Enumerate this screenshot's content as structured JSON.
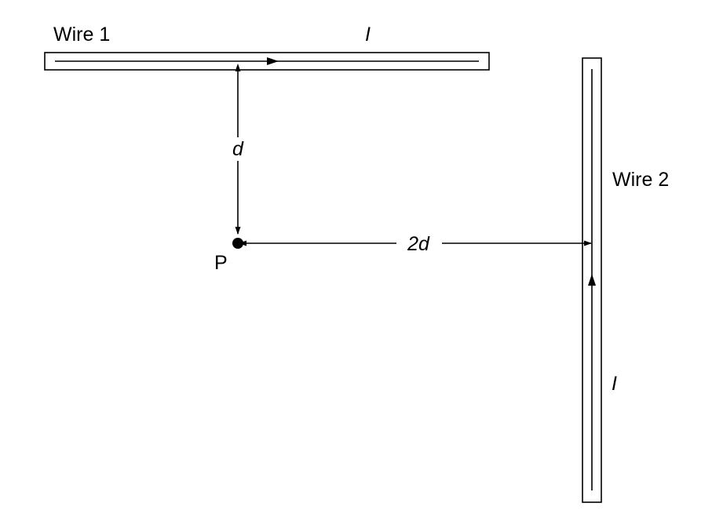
{
  "labels": {
    "wire1": "Wire 1",
    "wire2": "Wire 2",
    "current_wire1": "I",
    "current_wire2": "I",
    "distance_vertical": "d",
    "distance_horizontal": "2d",
    "point": "P"
  },
  "colors": {
    "ink": "#000000",
    "background": "#ffffff"
  }
}
